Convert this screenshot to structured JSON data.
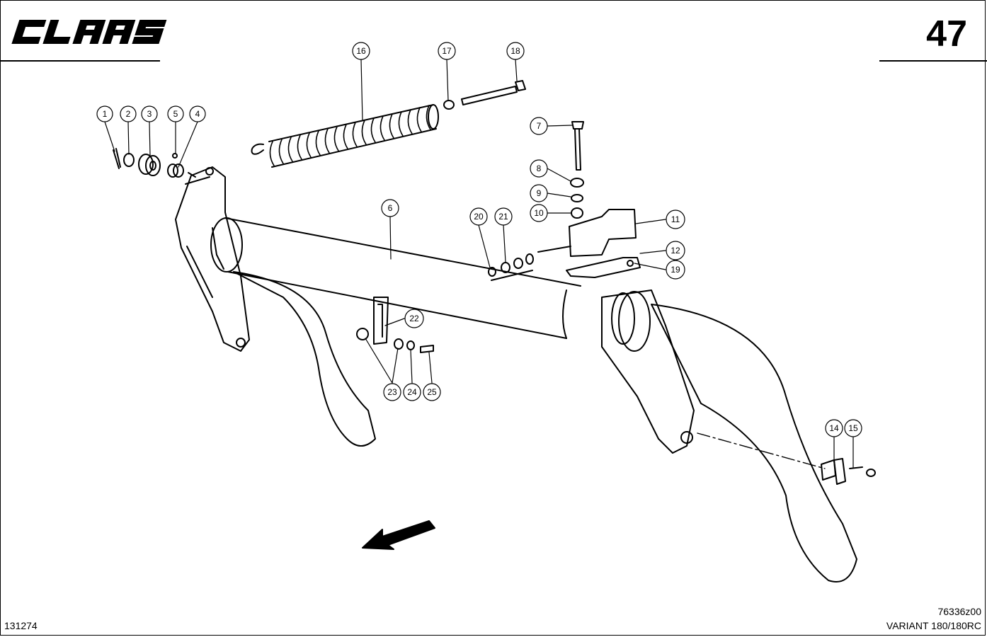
{
  "header": {
    "logo_text": "CLAAS",
    "page_number": "47"
  },
  "footer": {
    "sheet_number": "131274",
    "drawing_number": "76336z00",
    "model": "VARIANT 180/180RC"
  },
  "callouts": [
    "1",
    "2",
    "3",
    "5",
    "4",
    "16",
    "17",
    "18",
    "7",
    "8",
    "9",
    "10",
    "11",
    "12",
    "19",
    "6",
    "20",
    "21",
    "22",
    "23",
    "24",
    "25",
    "14",
    "15"
  ],
  "colors": {
    "ink": "#000000",
    "paper": "#ffffff"
  }
}
